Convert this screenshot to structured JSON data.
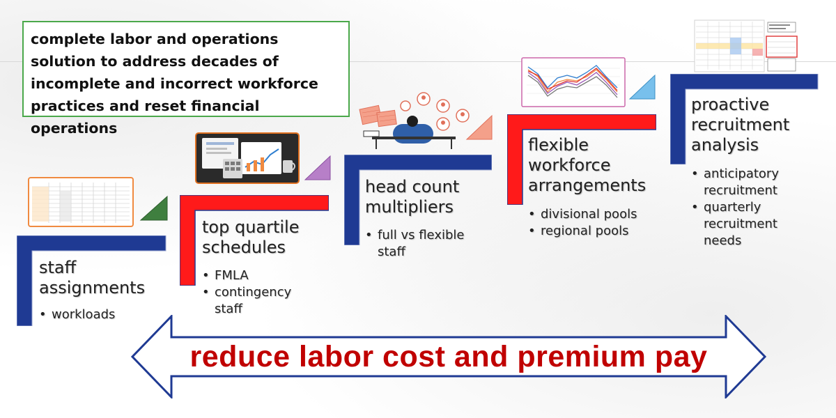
{
  "intro": {
    "text": "complete labor and operations solution to address decades of incomplete and incorrect workforce practices and reset financial operations"
  },
  "colors": {
    "navy": "#1f3a93",
    "red": "#ff1a1a",
    "green_border": "#4aa84a",
    "banner_text": "#c00000"
  },
  "steps": [
    {
      "id": "staff-assignments",
      "title_lines": [
        "staff",
        "assignments"
      ],
      "bullets": [
        "workloads"
      ],
      "bar_color": "navy",
      "triangle_color": "#3f7f3f",
      "thumbnail": "spreadsheet-thumbnail"
    },
    {
      "id": "top-quartile-schedules",
      "title_lines": [
        "top quartile",
        "schedules"
      ],
      "bullets": [
        "FMLA",
        "contingency staff"
      ],
      "bar_color": "red",
      "triangle_color": "#9b59b6",
      "thumbnail": "dashboard-devices-thumbnail"
    },
    {
      "id": "head-count-multipliers",
      "title_lines": [
        "head count",
        "multipliers"
      ],
      "bullets": [
        "full vs flexible staff"
      ],
      "bar_color": "navy",
      "triangle_color": "#f08a6a",
      "thumbnail": "manager-people-icon"
    },
    {
      "id": "flexible-workforce-arrangements",
      "title_lines": [
        "flexible",
        "workforce",
        "arrangements"
      ],
      "bullets": [
        "divisional pools",
        "regional pools"
      ],
      "bar_color": "red",
      "triangle_color": "#4da6e0",
      "thumbnail": "line-chart-thumbnail"
    },
    {
      "id": "proactive-recruitment-analysis",
      "title_lines": [
        "proactive",
        "recruitment",
        "analysis"
      ],
      "bullets": [
        "anticipatory recruitment",
        "quarterly recruitment needs"
      ],
      "bar_color": "navy",
      "triangle_color": null,
      "thumbnail": "recruitment-table-thumbnail"
    }
  ],
  "banner": {
    "text": "reduce labor cost and  premium pay"
  }
}
